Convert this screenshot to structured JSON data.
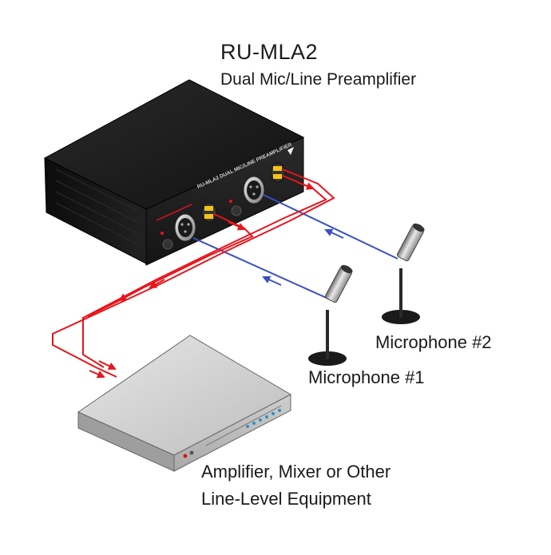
{
  "title": "RU-MLA2",
  "subtitle": "Dual Mic/Line Preamplifier",
  "front_panel_text": "RU-MLA2  DUAL MIC/LINE PREAMPLIFIER",
  "microphone_2_label": "Microphone #2",
  "microphone_1_label": "Microphone #1",
  "equipment_label_line1": "Amplifier, Mixer or Other",
  "equipment_label_line2": "Line-Level Equipment",
  "colors": {
    "output_line": "#e8141b",
    "input_line": "#3a4fc4",
    "chassis": "#1c1c1c",
    "equipment_body": "#d6d6d6"
  }
}
